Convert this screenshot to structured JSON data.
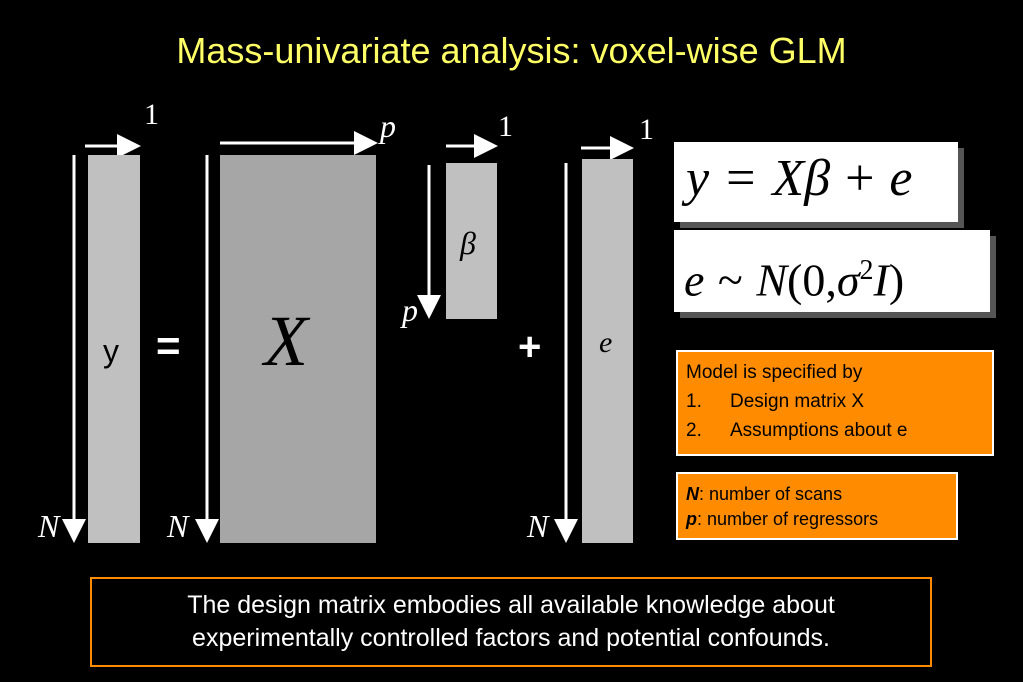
{
  "title": "Mass-univariate analysis: voxel-wise GLM",
  "diagram": {
    "y": {
      "label": "y",
      "cols": "1",
      "rows": "N"
    },
    "equals": "=",
    "X": {
      "label": "X",
      "cols": "p",
      "rows": "N"
    },
    "beta": {
      "label": "β",
      "cols": "1",
      "rows": "p"
    },
    "plus": "+",
    "e": {
      "label": "e",
      "cols": "1",
      "rows": "N"
    }
  },
  "equations": {
    "model": {
      "y": "y",
      "eq": "=",
      "X": "X",
      "beta": "β",
      "plus": "+",
      "e": "e"
    },
    "error": {
      "e": "e",
      "tilde": "~",
      "N": "N",
      "open": "(0,",
      "sigma": "σ",
      "sq": "2",
      "I": "I",
      "close": ")"
    }
  },
  "model_box": {
    "heading": "Model is specified by",
    "items": [
      {
        "num": "1.",
        "text": "Design matrix X"
      },
      {
        "num": "2.",
        "text": "Assumptions about e"
      }
    ]
  },
  "legend_box": {
    "items": [
      {
        "sym": "N",
        "text": ": number of scans"
      },
      {
        "sym": "p",
        "text": ": number of regressors"
      }
    ]
  },
  "footer": {
    "line1": "The design matrix embodies all available knowledge about",
    "line2": "experimentally controlled factors and potential confounds."
  },
  "colors": {
    "title": "#ffff66",
    "accent": "#ff8c00",
    "background": "#000000"
  }
}
